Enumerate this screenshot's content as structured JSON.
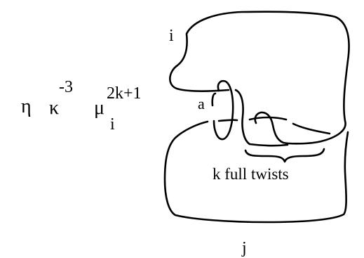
{
  "formula": {
    "eta": "η",
    "kappa": "κ",
    "kappa_exp": "-3",
    "mu": "μ",
    "mu_sub": "i",
    "mu_exp": "2k+1"
  },
  "labels": {
    "i": "i",
    "a": "a",
    "twists": "k full twists",
    "j": "j"
  }
}
